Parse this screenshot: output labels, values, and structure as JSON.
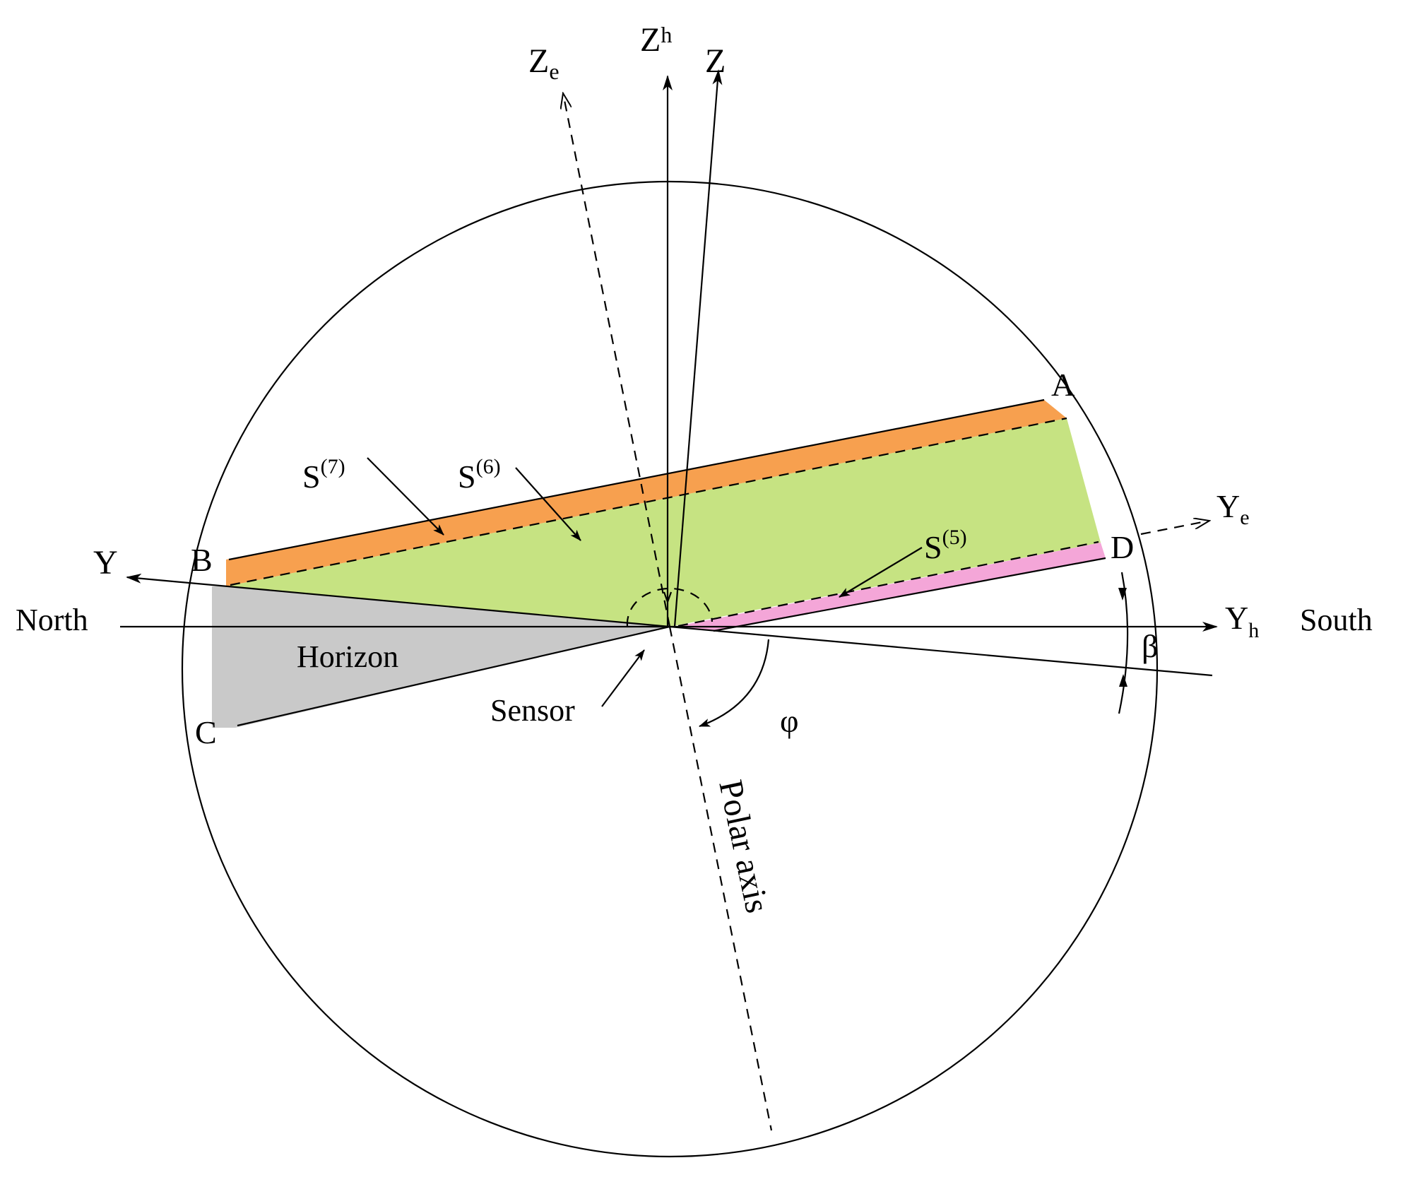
{
  "labels": {
    "point_a": "A",
    "point_b": "B",
    "point_c": "C",
    "point_d": "D",
    "axis_z": "Z",
    "axis_zh_base": "Z",
    "axis_zh_sub": "h",
    "axis_ze_base": "Z",
    "axis_ze_sub": "e",
    "axis_y": "Y",
    "axis_ye_base": "Y",
    "axis_ye_sub": "e",
    "axis_yh_base": "Y",
    "axis_yh_sub": "h",
    "north": "North",
    "south": "South",
    "horizon": "Horizon",
    "sensor": "Sensor",
    "polar_axis": "Polar axis",
    "beta": "β",
    "phi": "φ",
    "s7_base": "S",
    "s7_sup": "(7)",
    "s6_base": "S",
    "s6_sup": "(6)",
    "s5_base": "S",
    "s5_sup": "(5)"
  },
  "colors": {
    "band_s7": "#f7a04f",
    "band_s6": "#c6e382",
    "band_s5": "#f4a6d8",
    "horizon_region": "#c9c9c9",
    "lines": "#000000"
  }
}
